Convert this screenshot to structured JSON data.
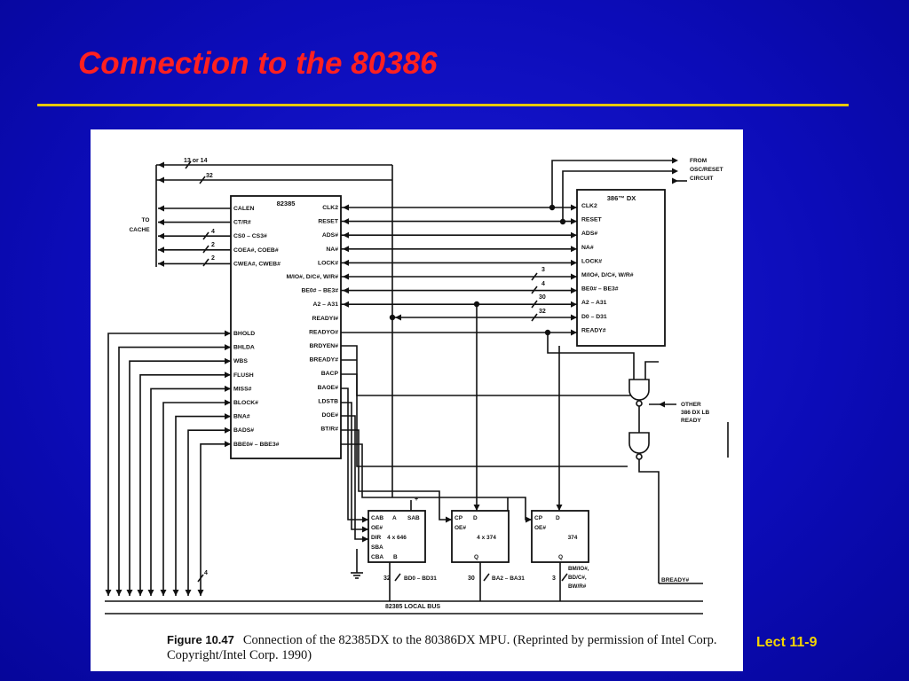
{
  "slide": {
    "title": "Connection to the 80386",
    "number": "Lect 11-9"
  },
  "figure": {
    "caption_label": "Figure 10.47",
    "caption_text": "Connection of the 82385DX to the 80386DX MPU. (Reprinted by permission of Intel Corp. Copyright/Intel Corp. 1990)"
  },
  "diagram": {
    "chip_82385": {
      "name": "82385",
      "right_pins": [
        "CLK2",
        "RESET",
        "ADS#",
        "NA#",
        "LOCK#",
        "M/IO#, D/C#, W/R#",
        "BE0# – BE3#",
        "A2 – A31",
        "READYI#",
        "READYO#",
        "BRDYEN#",
        "BREADY#",
        "BACP",
        "BAOE#",
        "LDSTB",
        "DOE#",
        "BT/R#"
      ],
      "left_top_pins": [
        "CALEN",
        "CT/R#",
        "CS0 – CS3#",
        "COEA#, COEB#",
        "CWEA#, CWEB#"
      ],
      "left_bottom_pins": [
        "BHOLD",
        "BHLDA",
        "WBS",
        "FLUSH",
        "MISS#",
        "BLOCK#",
        "BNA#",
        "BADS#",
        "BBE0# – BBE3#"
      ]
    },
    "chip_386": {
      "name": "386™ DX",
      "pins": [
        "CLK2",
        "RESET",
        "ADS#",
        "NA#",
        "LOCK#",
        "M/IO#, D/C#, W/R#",
        "BE0# – BE3#",
        "A2 – A31",
        "D0 – D31",
        "READY#"
      ]
    },
    "chip_646": {
      "name": "4 x 646",
      "pins": [
        "CAB",
        "A",
        "SAB",
        "OE#",
        "DIR",
        "SBA",
        "CBA",
        "B"
      ]
    },
    "chip_374a": {
      "name": "4 x 374",
      "pins": [
        "CP",
        "D",
        "OE#",
        "Q"
      ]
    },
    "chip_374b": {
      "name": "374",
      "pins": [
        "CP",
        "D",
        "OE#",
        "Q"
      ]
    },
    "labels": {
      "to_cache": "TO CACHE",
      "from_osc": "FROM OSC/RESET CIRCUIT",
      "other_ready": "OTHER 386 DX LB READY",
      "bready": "BREADY#",
      "local_bus": "82385 LOCAL BUS",
      "bd_bus": "BD0 – BD31",
      "ba_bus": "BA2 – BA31",
      "bm_lines": "BM/IO#, BD/C#, BW/R#",
      "bus_13_14": "13 or 14",
      "bus_32_top": "32",
      "bus_4": "4",
      "bus_2a": "2",
      "bus_2b": "2",
      "bus_3": "3",
      "bus_4b": "4",
      "bus_30": "30",
      "bus_32b": "32",
      "bus_4_bottom": "4",
      "bus_32_bd": "32",
      "bus_30_ba": "30",
      "bus_3_bm": "3"
    }
  }
}
